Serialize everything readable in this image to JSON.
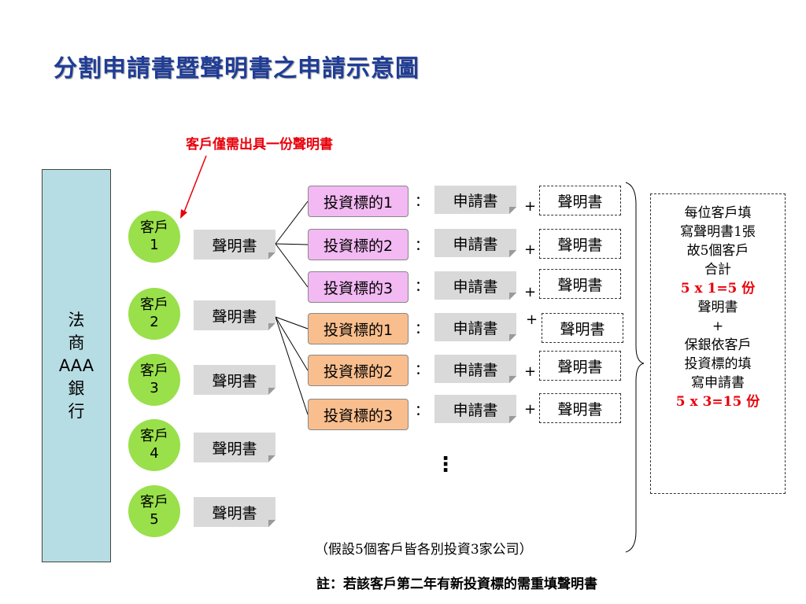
{
  "title": "分割申請書暨聲明書之申請示意圖",
  "callout": "客戶僅需出具一份聲明書",
  "bank": {
    "lines": [
      "法",
      "商",
      "AAA",
      "銀",
      "行"
    ]
  },
  "clients": [
    {
      "line1": "客戶",
      "line2": "1",
      "statement": "聲明書"
    },
    {
      "line1": "客戶",
      "line2": "2",
      "statement": "聲明書"
    },
    {
      "line1": "客戶",
      "line2": "3",
      "statement": "聲明書"
    },
    {
      "line1": "客戶",
      "line2": "4",
      "statement": "聲明書"
    },
    {
      "line1": "客戶",
      "line2": "5",
      "statement": "聲明書"
    }
  ],
  "rows": [
    {
      "target": "投資標的1",
      "colon": "：",
      "application": "申請書",
      "plus": "+",
      "declaration": "聲明書"
    },
    {
      "target": "投資標的2",
      "colon": "：",
      "application": "申請書",
      "plus": "+",
      "declaration": "聲明書"
    },
    {
      "target": "投資標的3",
      "colon": "：",
      "application": "申請書",
      "plus": "+",
      "declaration": "聲明書"
    },
    {
      "target": "投資標的1",
      "colon": "：",
      "application": "申請書",
      "plus": "+",
      "declaration": "聲明書"
    },
    {
      "target": "投資標的2",
      "colon": "：",
      "application": "申請書",
      "plus": "+",
      "declaration": "聲明書"
    },
    {
      "target": "投資標的3",
      "colon": "：",
      "application": "申請書",
      "plus": "+",
      "declaration": "聲明書"
    }
  ],
  "ellipsis": "⋮",
  "note": {
    "l1": "每位客戶填",
    "l2": "寫聲明書1張",
    "l3": "故5個客戶",
    "l4": "合計",
    "l5": "5 x 1=5 份",
    "l6": "聲明書",
    "l7": "+",
    "l8": "保銀依客戶",
    "l9": "投資標的填",
    "l10": "寫申請書",
    "l11": "5 x 3=15 份"
  },
  "assumption": "（假設5個客戶皆各別投資3家公司）",
  "footer": "註：若該客戶第二年有新投資標的需重填聲明書",
  "colors": {
    "title": "#1f3c96",
    "red": "#e8000b",
    "bank": "#b7dde4",
    "client": "#99e04a",
    "pink": "#f2b9f2",
    "orange": "#f9be8d",
    "gray": "#d9d9d9"
  }
}
